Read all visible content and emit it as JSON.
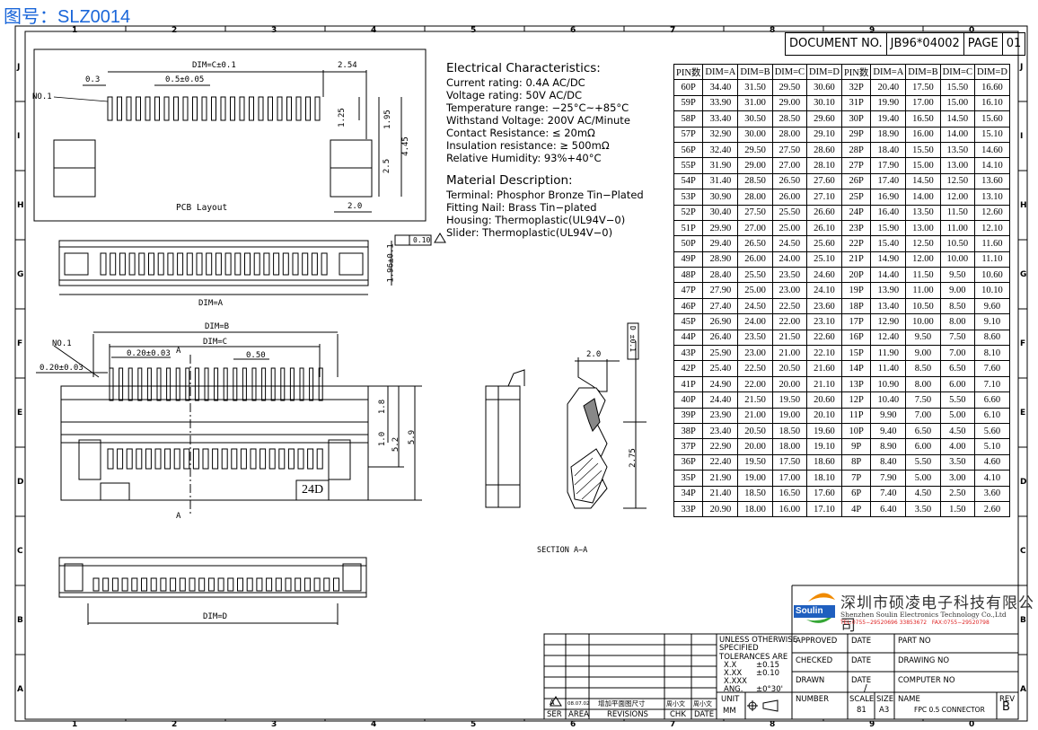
{
  "figure_title": "图号：SLZ0014",
  "doc_header": {
    "label": "DOCUMENT NO.",
    "doc_no": "JB96*04002",
    "page_label": "PAGE",
    "page_no": "01"
  },
  "grid_cols": [
    "1",
    "2",
    "3",
    "4",
    "5",
    "6",
    "7",
    "8",
    "9",
    "0"
  ],
  "grid_rows": [
    "J",
    "I",
    "H",
    "G",
    "F",
    "E",
    "D",
    "C",
    "B",
    "A"
  ],
  "electrical": {
    "heading": "Electrical Characteristics:",
    "lines": [
      "Current rating: 0.4A AC/DC",
      "Voltage rating: 50V   AC/DC",
      "Temperature range:  −25°C~+85°C",
      "Withstand Voltage: 200V AC/Minute",
      "Contact Resistance: ≤ 20mΩ",
      "Insulation resistance: ≥ 500mΩ",
      "Relative Humidity: 93%+40°C"
    ]
  },
  "material": {
    "heading": "Material Description:",
    "lines": [
      "Terminal: Phosphor Bronze Tin−Plated",
      "Fitting Nail: Brass Tin−plated",
      "Housing: Thermoplastic(UL94V−0)",
      "Slider: Thermoplastic(UL94V−0)"
    ]
  },
  "pcb": {
    "title": "PCB Layout",
    "dim_c": "DIM=C±0.1",
    "d254": "2.54",
    "d03": "0.3",
    "d05": "0.5±0.05",
    "no1": "NO.1",
    "d125": "1.25",
    "d195": "1.95",
    "d445": "4.45",
    "d25": "2.5",
    "d20": "2.0"
  },
  "top_view": {
    "dim_a": "DIM=A",
    "d196": "1.96±0.1",
    "tol": "0.10"
  },
  "front_view": {
    "dim_b": "DIM=B",
    "dim_c": "DIM=C",
    "no1": "NO.1",
    "d020a": "0.20±0.03",
    "d020b": "0.20±0.03",
    "d050": "0.50",
    "a_top": "A",
    "a_bot": "A",
    "d18": "1.8",
    "d10": "1.0",
    "d52": "5.2",
    "d59": "5.9",
    "tag": "24D"
  },
  "section": {
    "label": "SECTION  A−A",
    "d20": "2.0",
    "d275": "2.75",
    "d01": "D ±0.1"
  },
  "bottom_view": {
    "dim_d": "DIM=D"
  },
  "dim_table": {
    "headers": [
      "PIN数",
      "DIM=A",
      "DIM=B",
      "DIM=C",
      "DIM=D",
      "PIN数",
      "DIM=A",
      "DIM=B",
      "DIM=C",
      "DIM=D"
    ],
    "rows": [
      [
        "60P",
        "34.40",
        "31.50",
        "29.50",
        "30.60",
        "32P",
        "20.40",
        "17.50",
        "15.50",
        "16.60"
      ],
      [
        "59P",
        "33.90",
        "31.00",
        "29.00",
        "30.10",
        "31P",
        "19.90",
        "17.00",
        "15.00",
        "16.10"
      ],
      [
        "58P",
        "33.40",
        "30.50",
        "28.50",
        "29.60",
        "30P",
        "19.40",
        "16.50",
        "14.50",
        "15.60"
      ],
      [
        "57P",
        "32.90",
        "30.00",
        "28.00",
        "29.10",
        "29P",
        "18.90",
        "16.00",
        "14.00",
        "15.10"
      ],
      [
        "56P",
        "32.40",
        "29.50",
        "27.50",
        "28.60",
        "28P",
        "18.40",
        "15.50",
        "13.50",
        "14.60"
      ],
      [
        "55P",
        "31.90",
        "29.00",
        "27.00",
        "28.10",
        "27P",
        "17.90",
        "15.00",
        "13.00",
        "14.10"
      ],
      [
        "54P",
        "31.40",
        "28.50",
        "26.50",
        "27.60",
        "26P",
        "17.40",
        "14.50",
        "12.50",
        "13.60"
      ],
      [
        "53P",
        "30.90",
        "28.00",
        "26.00",
        "27.10",
        "25P",
        "16.90",
        "14.00",
        "12.00",
        "13.10"
      ],
      [
        "52P",
        "30.40",
        "27.50",
        "25.50",
        "26.60",
        "24P",
        "16.40",
        "13.50",
        "11.50",
        "12.60"
      ],
      [
        "51P",
        "29.90",
        "27.00",
        "25.00",
        "26.10",
        "23P",
        "15.90",
        "13.00",
        "11.00",
        "12.10"
      ],
      [
        "50P",
        "29.40",
        "26.50",
        "24.50",
        "25.60",
        "22P",
        "15.40",
        "12.50",
        "10.50",
        "11.60"
      ],
      [
        "49P",
        "28.90",
        "26.00",
        "24.00",
        "25.10",
        "21P",
        "14.90",
        "12.00",
        "10.00",
        "11.10"
      ],
      [
        "48P",
        "28.40",
        "25.50",
        "23.50",
        "24.60",
        "20P",
        "14.40",
        "11.50",
        "9.50",
        "10.60"
      ],
      [
        "47P",
        "27.90",
        "25.00",
        "23.00",
        "24.10",
        "19P",
        "13.90",
        "11.00",
        "9.00",
        "10.10"
      ],
      [
        "46P",
        "27.40",
        "24.50",
        "22.50",
        "23.60",
        "18P",
        "13.40",
        "10.50",
        "8.50",
        "9.60"
      ],
      [
        "45P",
        "26.90",
        "24.00",
        "22.00",
        "23.10",
        "17P",
        "12.90",
        "10.00",
        "8.00",
        "9.10"
      ],
      [
        "44P",
        "26.40",
        "23.50",
        "21.50",
        "22.60",
        "16P",
        "12.40",
        "9.50",
        "7.50",
        "8.60"
      ],
      [
        "43P",
        "25.90",
        "23.00",
        "21.00",
        "22.10",
        "15P",
        "11.90",
        "9.00",
        "7.00",
        "8.10"
      ],
      [
        "42P",
        "25.40",
        "22.50",
        "20.50",
        "21.60",
        "14P",
        "11.40",
        "8.50",
        "6.50",
        "7.60"
      ],
      [
        "41P",
        "24.90",
        "22.00",
        "20.00",
        "21.10",
        "13P",
        "10.90",
        "8.00",
        "6.00",
        "7.10"
      ],
      [
        "40P",
        "24.40",
        "21.50",
        "19.50",
        "20.60",
        "12P",
        "10.40",
        "7.50",
        "5.50",
        "6.60"
      ],
      [
        "39P",
        "23.90",
        "21.00",
        "19.00",
        "20.10",
        "11P",
        "9.90",
        "7.00",
        "5.00",
        "6.10"
      ],
      [
        "38P",
        "23.40",
        "20.50",
        "18.50",
        "19.60",
        "10P",
        "9.40",
        "6.50",
        "4.50",
        "5.60"
      ],
      [
        "37P",
        "22.90",
        "20.00",
        "18.00",
        "19.10",
        "9P",
        "8.90",
        "6.00",
        "4.00",
        "5.10"
      ],
      [
        "36P",
        "22.40",
        "19.50",
        "17.50",
        "18.60",
        "8P",
        "8.40",
        "5.50",
        "3.50",
        "4.60"
      ],
      [
        "35P",
        "21.90",
        "19.00",
        "17.00",
        "18.10",
        "7P",
        "7.90",
        "5.00",
        "3.00",
        "4.10"
      ],
      [
        "34P",
        "21.40",
        "18.50",
        "16.50",
        "17.60",
        "6P",
        "7.40",
        "4.50",
        "2.50",
        "3.60"
      ],
      [
        "33P",
        "20.90",
        "18.00",
        "16.00",
        "17.10",
        "4P",
        "6.40",
        "3.50",
        "1.50",
        "2.60"
      ]
    ]
  },
  "company": {
    "logo": "Soulin",
    "name_cn": "深圳市硕凌电子科技有限公司",
    "name_en": "Shenzhen Soulin Electronics Technology Co.,Ltd",
    "tel": "TEL:0755−29520696  33853672",
    "fax": "FAX:0755−29520798"
  },
  "title_block": {
    "unless": "UNLESS OTHERWISE",
    "specified": "SPECIFIED",
    "tol_are": "TOLERANCES ARE",
    "xx_label": "X.X",
    "xx_val": "±0.15",
    "xxx_label": "X.XX",
    "xxx_val": "±0.10",
    "xxxx_label": "X.XXX",
    "ang_label": "ANG.",
    "ang_val": "±0°30'",
    "unit_label": "UNIT",
    "unit_val": "MM",
    "approved": "APPROVED",
    "checked": "CHECKED",
    "drawn": "DRAWN",
    "date1": "DATE",
    "date2": "DATE",
    "date3": "DATE",
    "date3_val": "/",
    "part_no": "PART NO",
    "drawing_no": "DRAWING NO",
    "computer_no": "COMPUTER NO",
    "number": "NUMBER",
    "scale": "SCALE",
    "scale_val": "81",
    "size": "SIZE",
    "size_val": "A3",
    "name": "NAME",
    "name_val": "FPC 0.5 CONNECTOR",
    "rev": "REV",
    "rev_val": "B",
    "rev_row": {
      "mark": "A",
      "date": "08.07.02",
      "desc": "增加平面图尺寸",
      "chk": "周小文",
      "by": "周小文"
    },
    "rev_headers": {
      "ser": "SER",
      "area": "AREA",
      "revisions": "REVISIONS",
      "chk": "CHK",
      "date": "DATE"
    }
  }
}
